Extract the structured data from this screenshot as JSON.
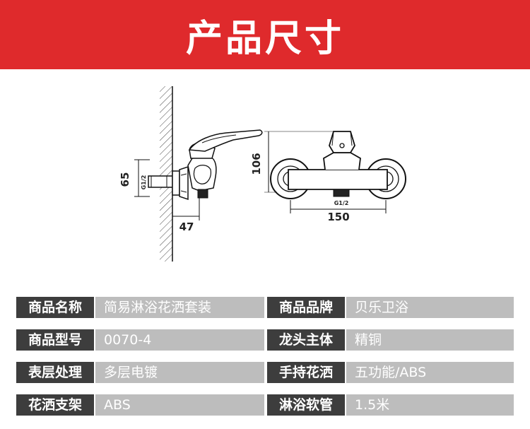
{
  "header": {
    "title": "产品尺寸"
  },
  "diagram": {
    "side_view": {
      "height_label": "65",
      "depth_label": "47",
      "thread_label": "G1/2"
    },
    "front_view": {
      "height_label": "106",
      "width_label": "150",
      "thread_label": "G1/2"
    }
  },
  "specs": [
    {
      "label1": "商品名称",
      "value1": "简易淋浴花洒套装",
      "label2": "商品品牌",
      "value2": "贝乐卫浴"
    },
    {
      "label1": "商品型号",
      "value1": "0070-4",
      "label2": "龙头主体",
      "value2": "精铜"
    },
    {
      "label1": "表层处理",
      "value1": "多层电镀",
      "label2": "手持花洒",
      "value2": "五功能/ABS"
    },
    {
      "label1": "花洒支架",
      "value1": "ABS",
      "label2": "淋浴软管",
      "value2": "1.5米"
    }
  ],
  "colors": {
    "banner": "#df2a2c",
    "label_bg": "#3d3d3d",
    "value_bg": "#bdbdbd"
  }
}
